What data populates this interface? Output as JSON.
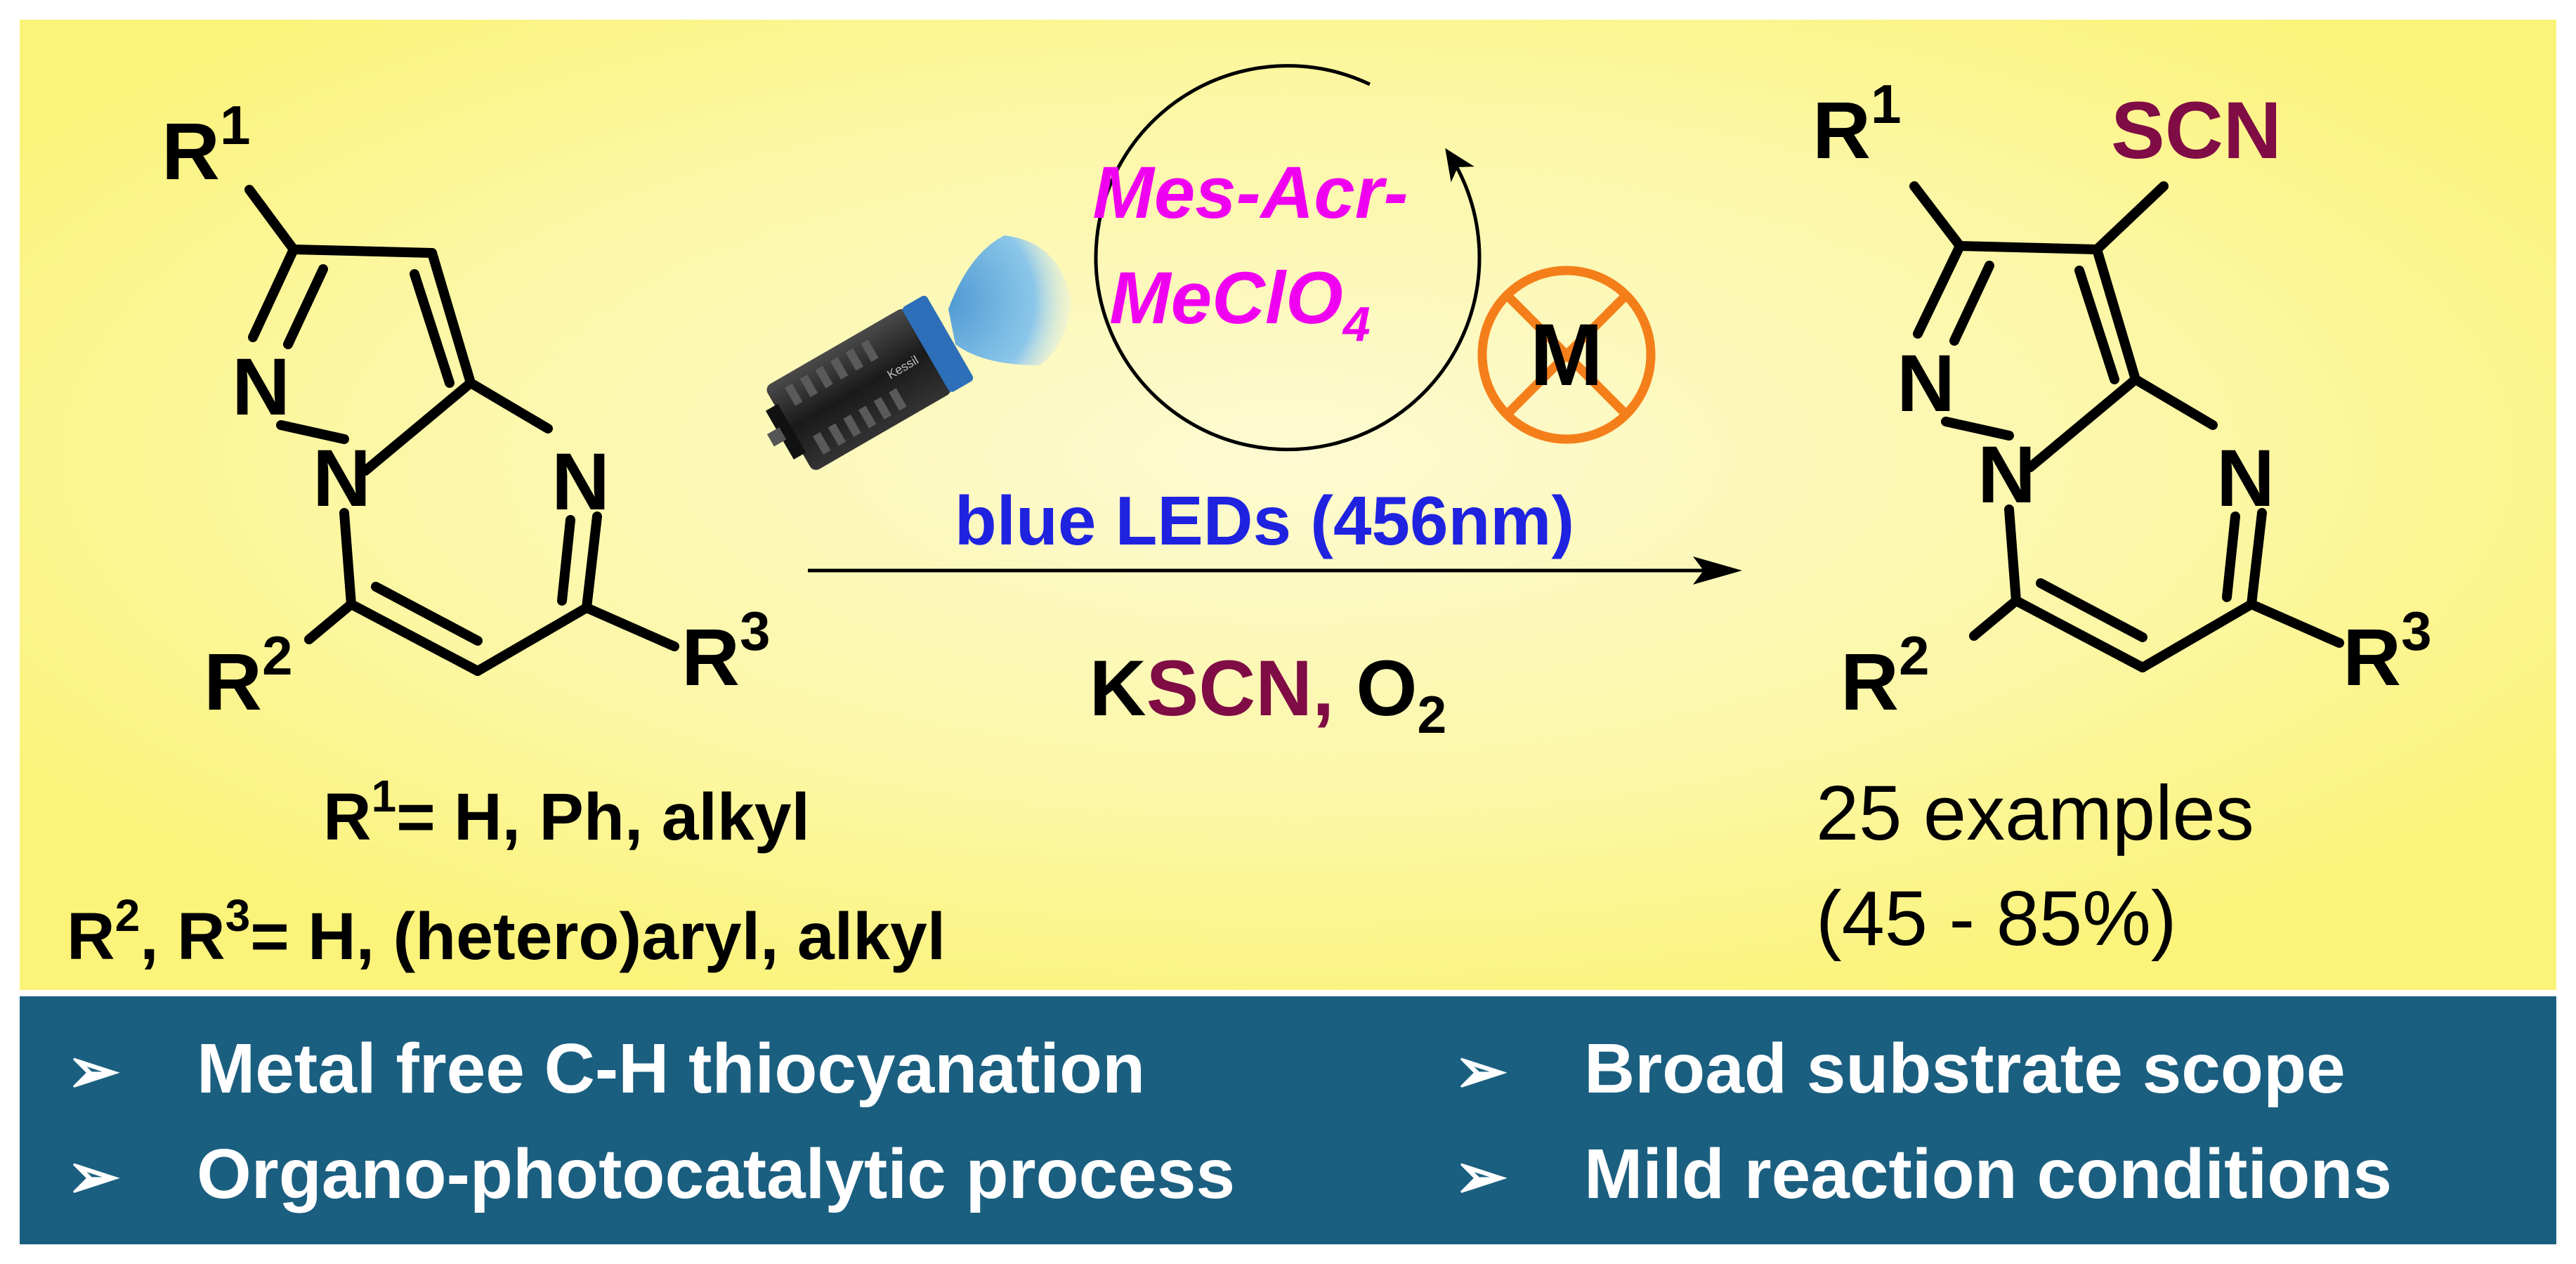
{
  "reactant": {
    "labels": {
      "r1": "R",
      "r1_sup": "1",
      "r2": "R",
      "r2_sup": "2",
      "r3": "R",
      "r3_sup": "3",
      "n_a": "N",
      "n_b": "N",
      "n_c": "N"
    },
    "sub_line1": {
      "r": "R",
      "sup": "1",
      "rest": "= H, Ph, alkyl"
    },
    "sub_line2": {
      "r2": "R",
      "sup2": "2",
      "mid": ", R",
      "sup3": "3",
      "rest": "= H, (hetero)aryl, alkyl"
    }
  },
  "catalyst": {
    "line1": "Mes-Acr-",
    "line2": "MeClO",
    "line2_sub": "4"
  },
  "metal_free_symbol": "M",
  "lamp_logo": "Kessil",
  "conditions": {
    "light": "blue LEDs (456nm)",
    "reagent_k": "K",
    "reagent_scn": "SCN,",
    "reagent_o2": " O",
    "reagent_o2_sub": "2"
  },
  "product": {
    "labels": {
      "scn": "SCN",
      "r1": "R",
      "r1_sup": "1",
      "r2": "R",
      "r2_sup": "2",
      "r3": "R",
      "r3_sup": "3",
      "n_a": "N",
      "n_b": "N",
      "n_c": "N"
    },
    "examples": "25 examples",
    "yield": "(45 - 85%)"
  },
  "features": [
    {
      "bullet": "➢",
      "text": "Metal free C-H thiocyanation"
    },
    {
      "bullet": "➢",
      "text": "Organo-photocatalytic process"
    },
    {
      "bullet": "➢",
      "text": "Broad substrate scope"
    },
    {
      "bullet": "➢",
      "text": "Mild reaction conditions"
    }
  ],
  "colors": {
    "panel_edge": "#fbf37a",
    "panel_center": "#fdfad2",
    "banner": "#1b5f80",
    "scn": "#7f0c45",
    "catalyst": "#f000f0",
    "led_text": "#1f23e0",
    "no_metal": "#f47f1a"
  }
}
